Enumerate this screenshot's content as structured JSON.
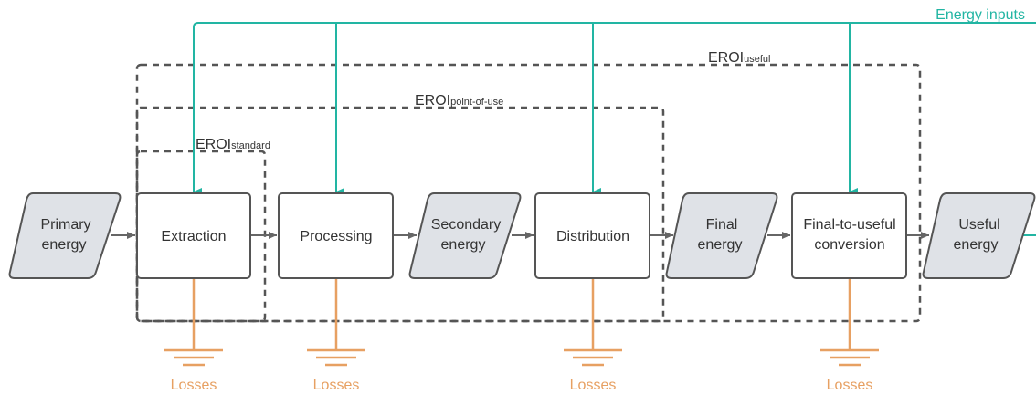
{
  "colors": {
    "flow_line": "#666666",
    "box_border": "#555555",
    "energy_fill": "#dfe2e7",
    "input_line": "#22b5a3",
    "loss_line": "#e7a062",
    "boundary_line": "#555555",
    "text": "#333333"
  },
  "energy_inputs_label": "Energy inputs",
  "boundaries": {
    "useful": {
      "main": "EROI",
      "sub": "useful"
    },
    "point_of_use": {
      "main": "EROI",
      "sub": "point-of-use"
    },
    "standard": {
      "main": "EROI",
      "sub": "standard"
    }
  },
  "energy_nodes": {
    "primary": [
      "Primary",
      "energy"
    ],
    "secondary": [
      "Secondary",
      "energy"
    ],
    "final": [
      "Final",
      "energy"
    ],
    "useful": [
      "Useful",
      "energy"
    ]
  },
  "process_nodes": {
    "extraction": [
      "Extraction"
    ],
    "processing": [
      "Processing"
    ],
    "distribution": [
      "Distribution"
    ],
    "final_to_useful": [
      "Final-to-useful",
      "conversion"
    ]
  },
  "losses": {
    "extraction": "Losses",
    "processing": "Losses",
    "distribution": "Losses",
    "final_to_useful": "Losses"
  }
}
